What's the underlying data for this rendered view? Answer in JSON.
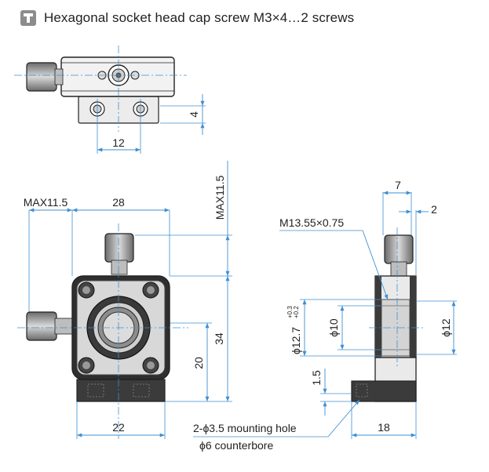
{
  "header": {
    "icon": "screw-icon",
    "text": "Hexagonal socket head cap screw M3×4…2 screws"
  },
  "top_view": {
    "dim_height": "4",
    "dim_width": "12"
  },
  "front_view": {
    "dim_max_left": "MAX11.5",
    "dim_width_28": "28",
    "dim_max_top": "MAX11.5",
    "dim_height_34": "34",
    "dim_height_20": "20",
    "dim_width_22": "22"
  },
  "side_view": {
    "dim_7": "7",
    "dim_2": "2",
    "thread": "M13.55×0.75",
    "dia_bore": "ϕ12.7",
    "tol_upper": "+0.3",
    "tol_lower": "+0.2",
    "dia_10": "ϕ10",
    "dia_12": "ϕ12",
    "dim_1_5": "1.5",
    "dim_18": "18"
  },
  "notes": {
    "mounting_hole": "2-ϕ3.5 mounting hole",
    "counterbore": "ϕ6 counterbore"
  },
  "colors": {
    "dim_line": "#3f8fd2",
    "outline": "#222222",
    "body": "#e9e9e9",
    "dark": "#3b3b3b",
    "icon_bg": "#8c8c8c"
  }
}
